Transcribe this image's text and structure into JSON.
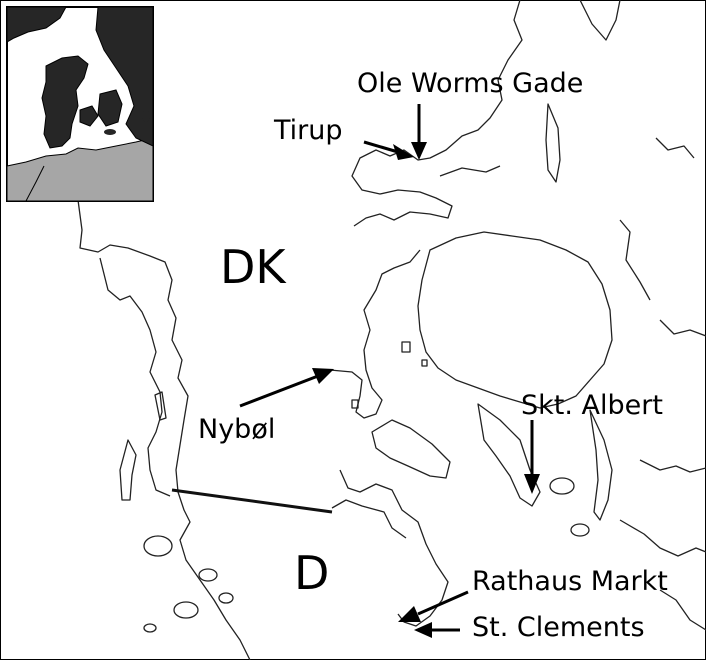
{
  "map": {
    "colors": {
      "background": "#ffffff",
      "coastline": "#222222",
      "inset_land_dk": "#262626",
      "inset_land_de": "#a6a6a6",
      "inset_sea": "#ffffff"
    },
    "countries": {
      "dk": "DK",
      "de": "D"
    },
    "places": {
      "ole_worms_gade": "Ole Worms Gade",
      "tirup": "Tirup",
      "nybol": "Nybøl",
      "skt_albert": "Skt. Albert",
      "rathaus_markt": "Rathaus Markt",
      "st_clements": "St. Clements"
    }
  }
}
